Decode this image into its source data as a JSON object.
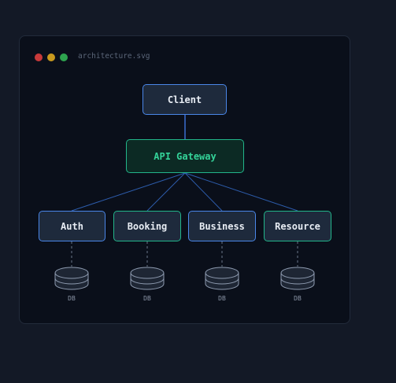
{
  "window": {
    "filename": "architecture.svg",
    "traffic_lights": [
      "#c83a3a",
      "#c99a1e",
      "#2ea44f"
    ]
  },
  "colors": {
    "background": "#131926",
    "panel": "#0a0f1a",
    "blue_border": "#4a86e8",
    "green_border": "#22b58a",
    "gateway_text": "#34d399",
    "connector": "#2d5cab",
    "db_stroke": "#8e9bb0"
  },
  "diagram": {
    "client": {
      "label": "Client",
      "style": "blue"
    },
    "gateway": {
      "label": "API Gateway",
      "style": "gateway"
    },
    "services": [
      {
        "label": "Auth",
        "style": "blue",
        "db": "DB"
      },
      {
        "label": "Booking",
        "style": "green",
        "db": "DB"
      },
      {
        "label": "Business",
        "style": "blue",
        "db": "DB"
      },
      {
        "label": "Resource",
        "style": "green",
        "db": "DB"
      }
    ]
  }
}
